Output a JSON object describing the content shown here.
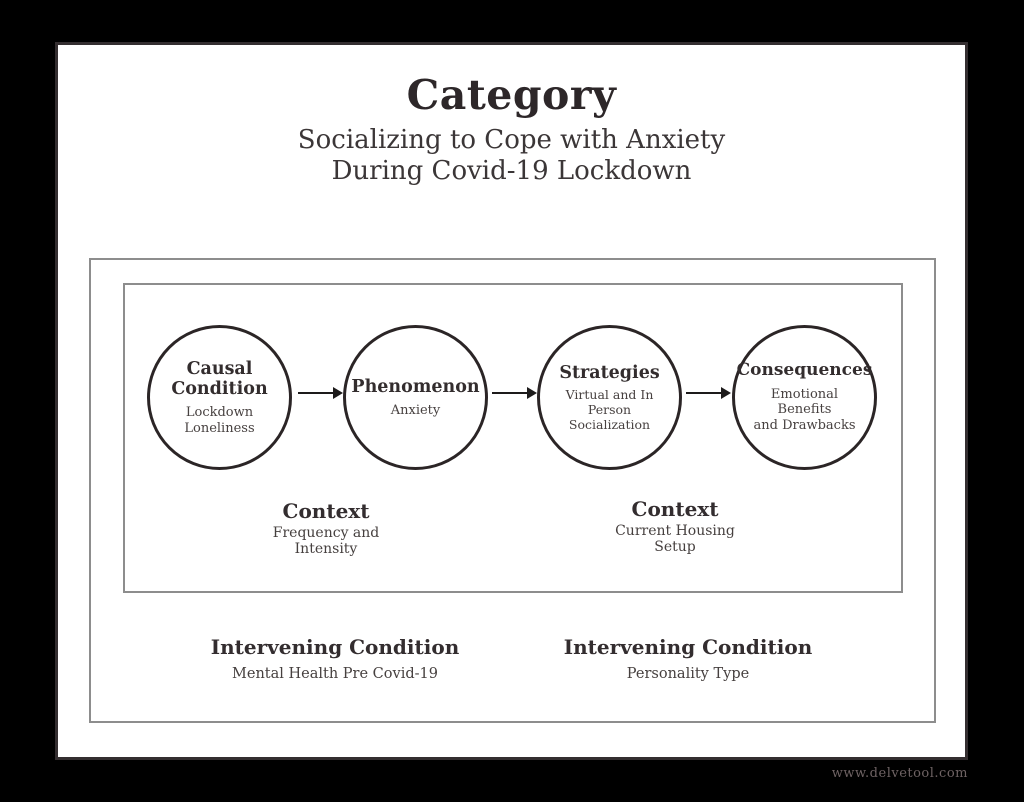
{
  "header": {
    "title": "Category",
    "subtitle": "Socializing to Cope with Anxiety\nDuring Covid-19 Lockdown"
  },
  "diagram": {
    "nodes": [
      {
        "heading": "Causal\nCondition",
        "sub": "Lockdown\nLoneliness"
      },
      {
        "heading": "Phenomenon",
        "sub": "Anxiety"
      },
      {
        "heading": "Strategies",
        "sub": "Virtual and In\nPerson\nSocialization"
      },
      {
        "heading": "Consequences",
        "sub": "Emotional Benefits\nand Drawbacks"
      }
    ],
    "contexts": [
      {
        "heading": "Context",
        "sub": "Frequency and\nIntensity"
      },
      {
        "heading": "Context",
        "sub": "Current Housing\nSetup"
      }
    ],
    "intervening": [
      {
        "heading": "Intervening Condition",
        "sub": "Mental Health Pre Covid-19"
      },
      {
        "heading": "Intervening Condition",
        "sub": "Personality Type"
      }
    ]
  },
  "footer": {
    "watermark": "www.delvetool.com"
  },
  "colors": {
    "background": "#000000",
    "page": "#ffffff",
    "ink": "#2d2729",
    "secondary_text": "#46403f",
    "frame_border": "#8d8d8d",
    "circle_border": "#2b2526"
  }
}
